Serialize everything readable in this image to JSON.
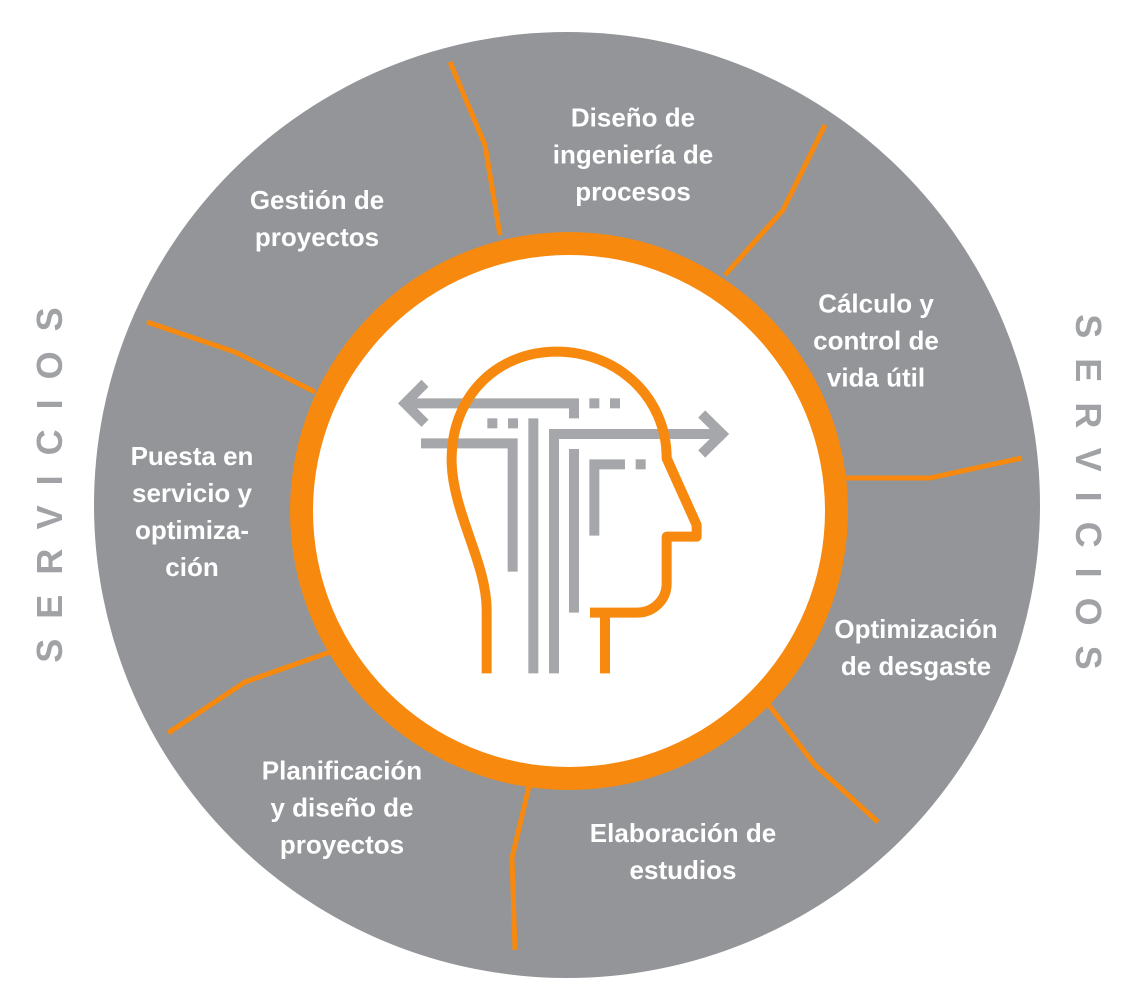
{
  "side_title_left": "SERVICIOS",
  "side_title_right": "SERVICIOS",
  "center_icon": "head-with-arrows-icon",
  "services": [
    {
      "label": "Diseño de\ningeniería de\nprocesos"
    },
    {
      "label": "Cálculo y\ncontrol de\nvida útil"
    },
    {
      "label": "Optimización\nde desgaste"
    },
    {
      "label": "Elaboración de\nestudios"
    },
    {
      "label": "Planificación\ny diseño de\nproyectos"
    },
    {
      "label": "Puesta en\nservicio y\noptimiza-\nción"
    },
    {
      "label": "Gestión de\nproyectos"
    }
  ],
  "colors": {
    "gray": "#939599",
    "orange": "#f7890f",
    "icon_gray": "#a5a7ab",
    "side_text": "#a0a2a6"
  }
}
